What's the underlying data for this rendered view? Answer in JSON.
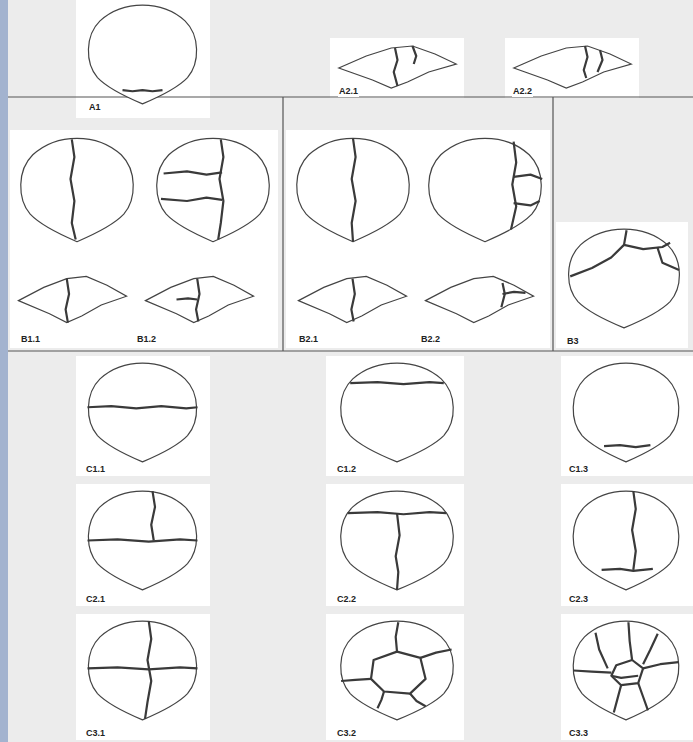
{
  "diagram": {
    "labels": [
      "A1",
      "A2.1",
      "A2.2",
      "B1.1",
      "B1.2",
      "B2.1",
      "B2.2",
      "B3",
      "C1.1",
      "C1.2",
      "C1.3",
      "C2.1",
      "C2.2",
      "C2.3",
      "C3.1",
      "C3.2",
      "C3.3"
    ]
  }
}
